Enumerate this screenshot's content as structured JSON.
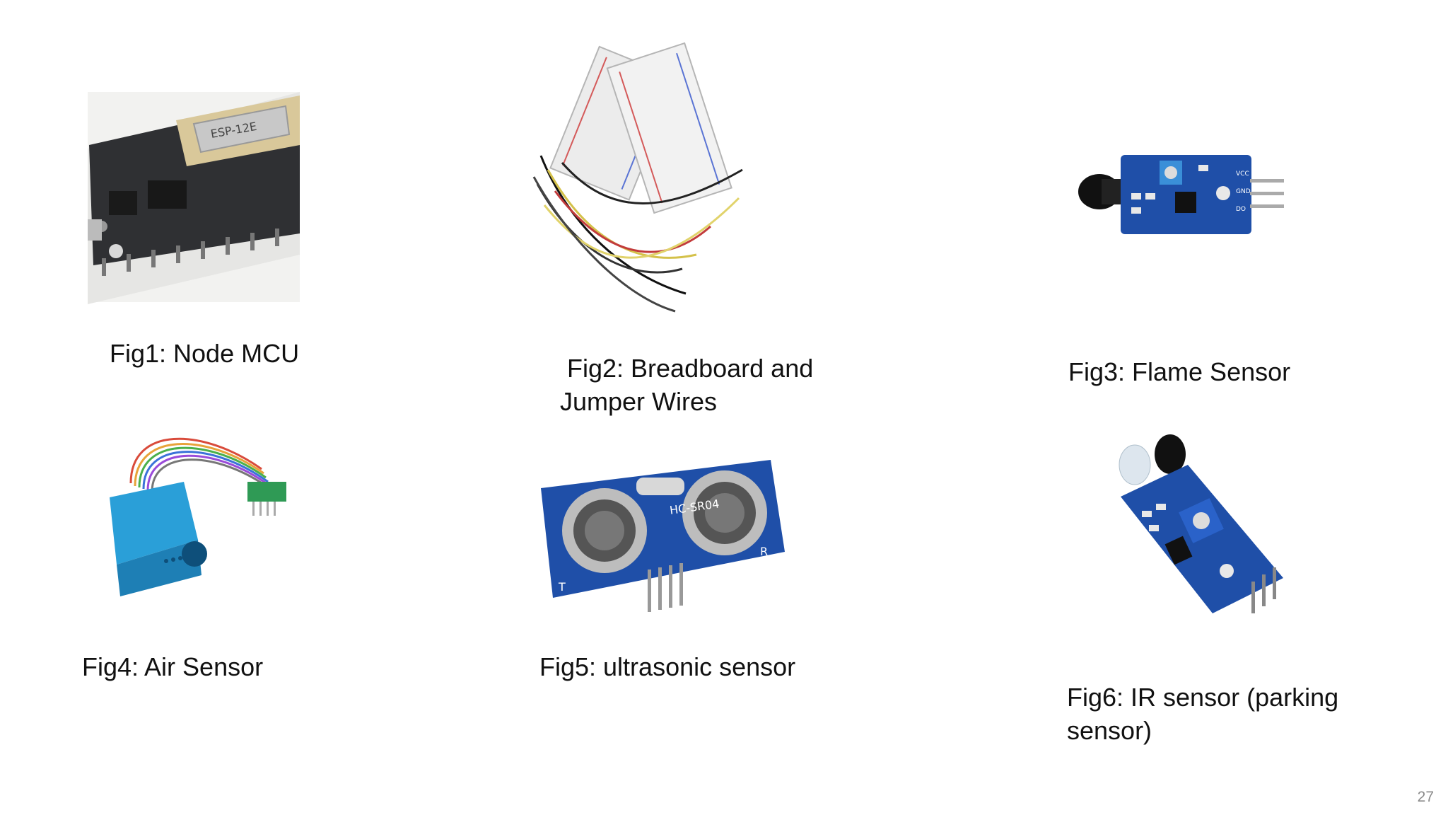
{
  "slide": {
    "page_number": "27",
    "figures": [
      {
        "id": "fig1",
        "caption": "Fig1: Node MCU",
        "board_label": "ESP-12E"
      },
      {
        "id": "fig2",
        "caption_line1": "Fig2: Breadboard and",
        "caption_line2": "Jumper Wires"
      },
      {
        "id": "fig3",
        "caption": "Fig3: Flame Sensor",
        "pin_labels": [
          "VCC",
          "GND",
          "DO"
        ]
      },
      {
        "id": "fig4",
        "caption": "Fig4: Air Sensor"
      },
      {
        "id": "fig5",
        "caption": "Fig5: ultrasonic sensor",
        "module_label": "HC-SR04",
        "t_label": "T",
        "r_label": "R"
      },
      {
        "id": "fig6",
        "caption_line1": "Fig6: IR sensor (parking",
        "caption_line2": "sensor)"
      }
    ]
  },
  "colors": {
    "pcb_blue": "#1f4fa8",
    "node_board": "#3a3a3a",
    "air_sensor": "#2a9fd8",
    "text": "#111111"
  }
}
